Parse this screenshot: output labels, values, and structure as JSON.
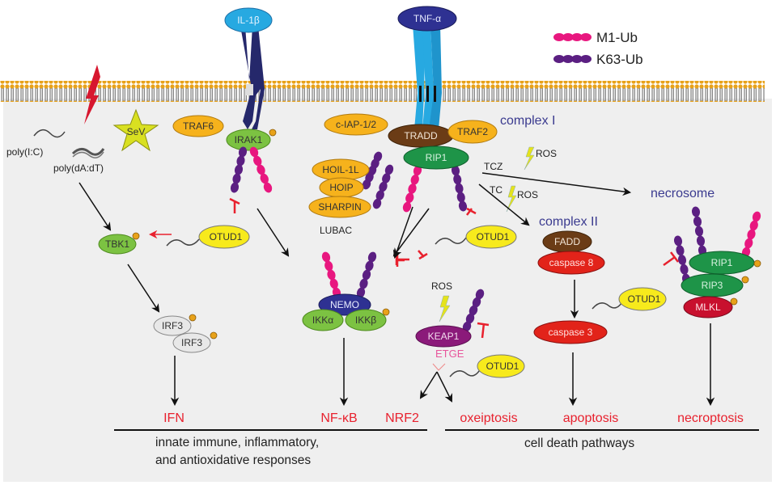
{
  "legend": {
    "m1_ub": {
      "label": "M1-Ub",
      "color": "#e8177f"
    },
    "k63_ub": {
      "label": "K63-Ub",
      "color": "#5b1f82"
    }
  },
  "ligands": {
    "il1b": "IL-1β",
    "tnfa": "TNF-α"
  },
  "stimuli": {
    "polyIC": "poly(I:C)",
    "polydAdT": "poly(dA:dT)",
    "sev": "SeV"
  },
  "proteins": {
    "traf6": "TRAF6",
    "irak1": "IRAK1",
    "ciap": "c-IAP-1/2",
    "tradd": "TRADD",
    "traf2": "TRAF2",
    "rip1": "RIP1",
    "hoil": "HOIL-1L",
    "hoip": "HOIP",
    "sharpin": "SHARPIN",
    "lubac": "LUBAC",
    "tbk1": "TBK1",
    "otud1": "OTUD1",
    "irf3": "IRF3",
    "nemo": "NEMO",
    "ikka": "IKKα",
    "ikkb": "IKKβ",
    "keap1": "KEAP1",
    "etge": "ETGE",
    "fadd": "FADD",
    "casp8": "caspase 8",
    "casp3": "caspase 3",
    "rip1n": "RIP1",
    "rip3": "RIP3",
    "mlkl": "MLKL"
  },
  "labels": {
    "complex1": "complex I",
    "complex2": "complex II",
    "necrosome": "necrosome",
    "ros": "ROS",
    "tcz": "TCZ",
    "tc": "TC"
  },
  "outcomes": {
    "ifn": "IFN",
    "nfkb": "NF-κB",
    "nrf2": "NRF2",
    "oxeiptosis": "oxeiptosis",
    "apoptosis": "apoptosis",
    "necroptosis": "necroptosis"
  },
  "groups": {
    "innate_line1": "innate immune, inflammatory,",
    "innate_line2": "and antioxidative responses",
    "celldeath": "cell death pathways"
  },
  "colors": {
    "cytoplasm": "#efefef",
    "lipid_head": "#e8a21a",
    "orange_protein": "#f6b21c",
    "green_protein": "#7cc242",
    "dark_green_protein": "#1e9448",
    "otud1": "#f7ea1c",
    "inhibit_red": "#e8212e",
    "outcome_red": "#e8212e",
    "complex_blue": "#3a3a8f",
    "nemo_blue": "#2e3192",
    "keap1_purple": "#8b1a7a",
    "fadd_brown": "#6b3c16",
    "caspase_red": "#e2231a",
    "mlkl_red": "#c8102e",
    "il1r_navy": "#25286b",
    "tnfr_cyan": "#27a9e1"
  }
}
